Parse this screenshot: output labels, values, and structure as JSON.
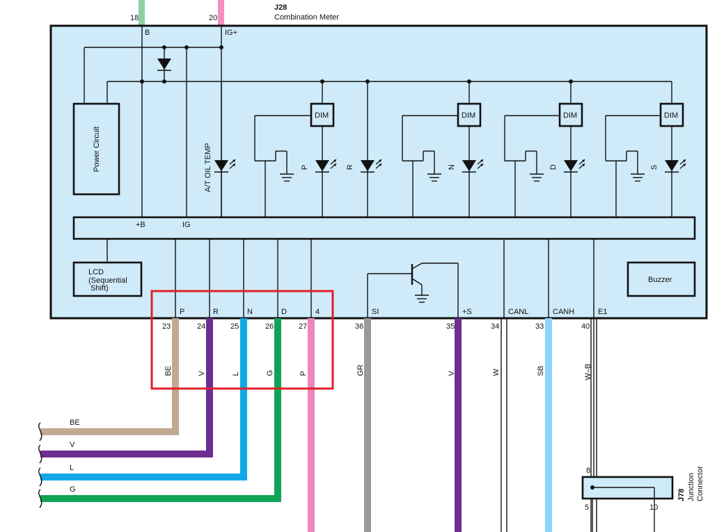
{
  "meter": {
    "id": "J28",
    "name": "Combination Meter"
  },
  "top_pins": [
    {
      "num": "18",
      "label": "B",
      "color": "#8fd0a5"
    },
    {
      "num": "20",
      "label": "IG+",
      "color": "#f08fc0"
    }
  ],
  "blocks": {
    "power": "Power Circuit",
    "lcd": [
      "LCD",
      "(Sequential",
      "Shift)"
    ],
    "buzzer": "Buzzer",
    "dim": "DIM",
    "bus_b": "+B",
    "bus_ig": "IG"
  },
  "indicators": [
    {
      "label": "A/T OIL TEMP"
    },
    {
      "label": "P"
    },
    {
      "label": "R"
    },
    {
      "label": "N"
    },
    {
      "label": "D"
    },
    {
      "label": "S"
    }
  ],
  "bottom_terms": [
    {
      "term": "P",
      "pin": "23",
      "wire": "BE",
      "color": "#c2a991"
    },
    {
      "term": "R",
      "pin": "24",
      "wire": "V",
      "color": "#6e2e91"
    },
    {
      "term": "N",
      "pin": "25",
      "wire": "L",
      "color": "#10a8e6"
    },
    {
      "term": "D",
      "pin": "26",
      "wire": "G",
      "color": "#10a356"
    },
    {
      "term": "4",
      "pin": "27",
      "wire": "P",
      "color": "#ee86bd"
    },
    {
      "term": "SI",
      "pin": "36",
      "wire": "GR",
      "color": "#999999"
    },
    {
      "term": "+S",
      "pin": "35",
      "wire": "V",
      "color": "#6e2e91"
    },
    {
      "term": "CANL",
      "pin": "34",
      "wire": "W",
      "color": "#ffffff"
    },
    {
      "term": "CANH",
      "pin": "33",
      "wire": "SB",
      "color": "#8dd6f5"
    },
    {
      "term": "E1",
      "pin": "40",
      "wire": "W–B",
      "color": "#ffffff"
    }
  ],
  "left_wires": [
    {
      "label": "BE",
      "color": "#c2a991"
    },
    {
      "label": "V",
      "color": "#6e2e91"
    },
    {
      "label": "L",
      "color": "#10a8e6"
    },
    {
      "label": "G",
      "color": "#10a356"
    }
  ],
  "junction": {
    "id": "J78",
    "name": "Junction",
    "name2": "Connector",
    "pins": [
      "8",
      "5",
      "10"
    ]
  },
  "highlight_color": "#e0202a"
}
